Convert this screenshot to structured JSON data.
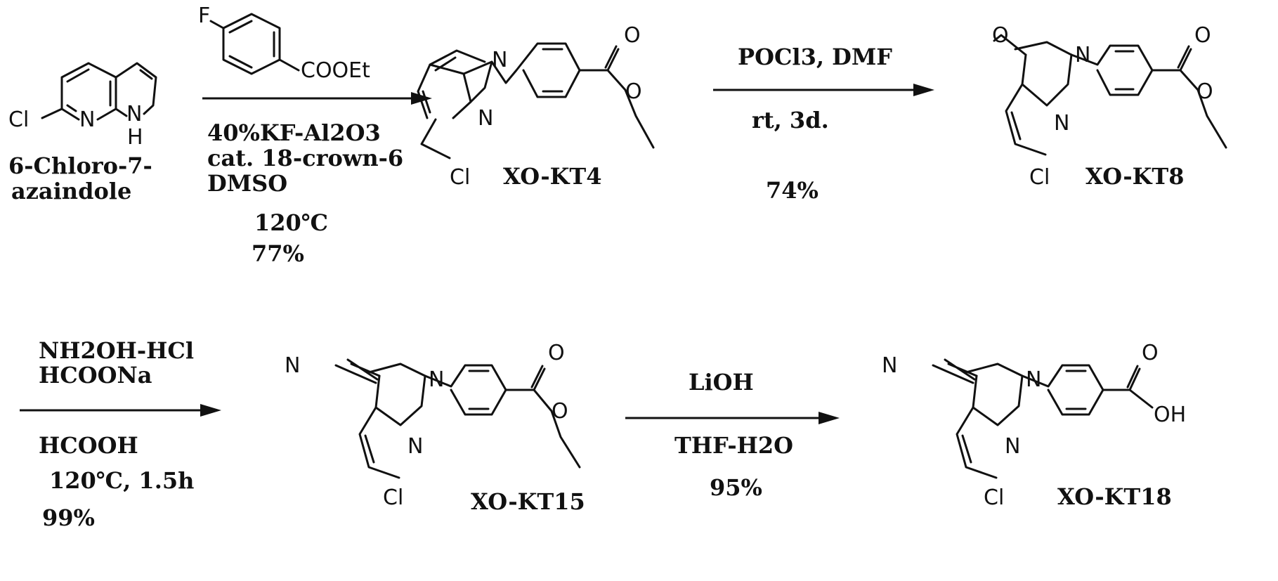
{
  "starting_material": {
    "cl": "Cl",
    "n": "N",
    "nh_n": "N",
    "nh_h": "H",
    "name_line1": "6-Chloro-7-",
    "name_line2": "azaindole"
  },
  "step1": {
    "reagent_f": "F",
    "reagent_ester": "COOEt",
    "cond_line1": "40%KF-Al2O3",
    "cond_line2": "cat. 18-crown-6",
    "cond_line3": "DMSO",
    "temp": "120℃",
    "yield": "77%"
  },
  "kt4": {
    "label": "XO-KT4",
    "n1": "N",
    "n7": "N",
    "cl": "Cl",
    "o_carbonyl": "O",
    "o_ether": "O"
  },
  "step2": {
    "reagents": "POCl3, DMF",
    "conditions": "rt, 3d.",
    "yield": "74%"
  },
  "kt8": {
    "label": "XO-KT8",
    "n1": "N",
    "n7": "N",
    "cl": "Cl",
    "o_carbonyl": "O",
    "o_ether": "O",
    "o_aldehyde": "O"
  },
  "step3": {
    "reagent_line1": "NH2OH-HCl",
    "reagent_line2": "HCOONa",
    "solvent": "HCOOH",
    "conditions": "120℃, 1.5h",
    "yield": "99%"
  },
  "kt15": {
    "label": "XO-KT15",
    "n1": "N",
    "n7": "N",
    "cl": "Cl",
    "n_nitrile": "N",
    "o_carbonyl": "O",
    "o_ether": "O"
  },
  "step4": {
    "reagent": "LiOH",
    "solvent": "THF-H2O",
    "yield": "95%"
  },
  "kt18": {
    "label": "XO-KT18",
    "n1": "N",
    "n7": "N",
    "cl": "Cl",
    "n_nitrile": "N",
    "o_carbonyl": "O",
    "oh": "OH"
  }
}
